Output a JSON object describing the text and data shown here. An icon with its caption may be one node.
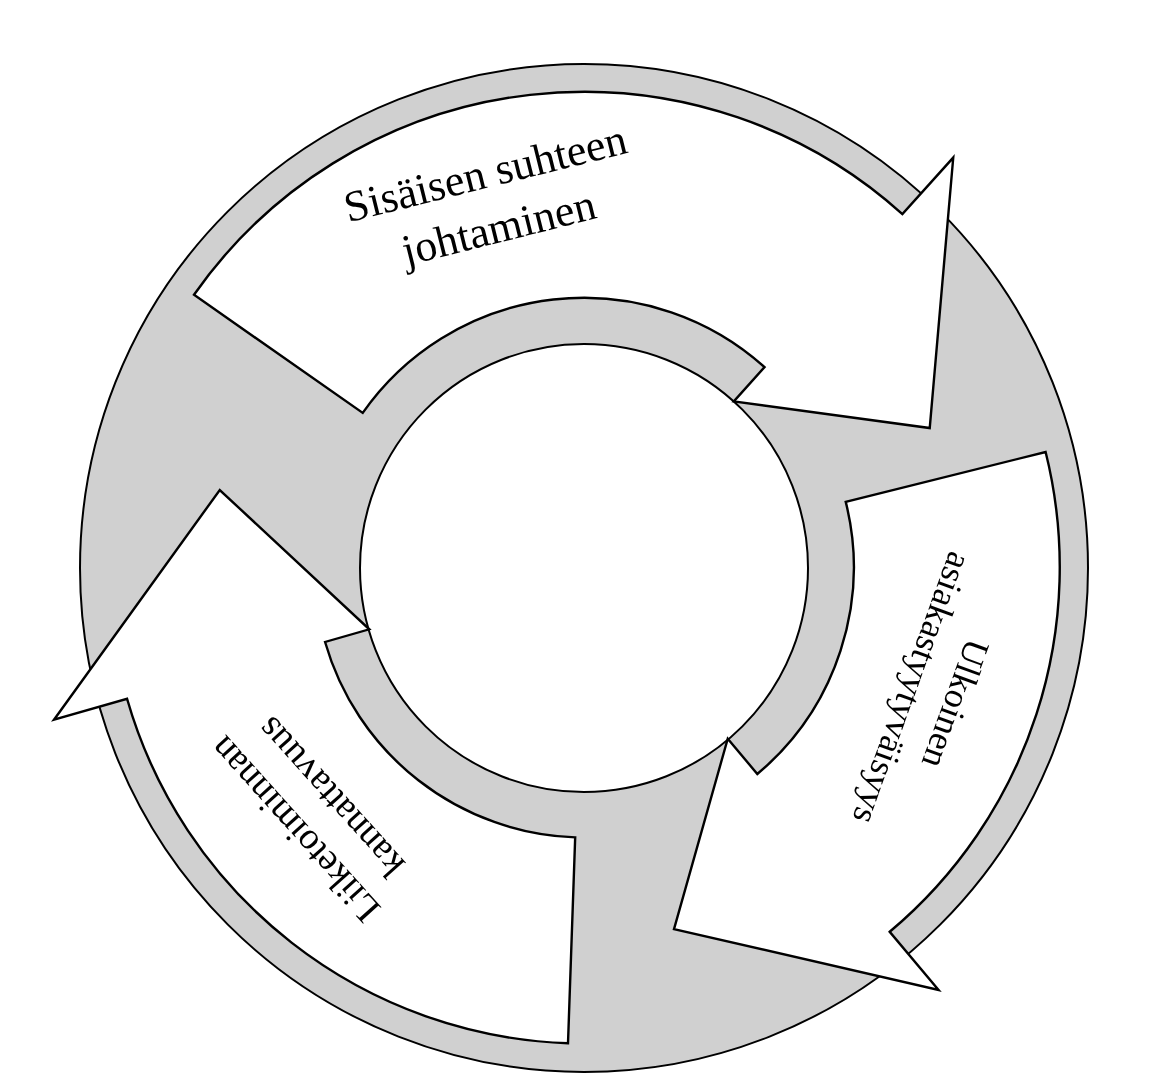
{
  "diagram": {
    "nodes": [
      {
        "text": [
          "Sisäisen suhteen johtaminen"
        ]
      },
      {
        "text": [
          "Ulkoinen asiakastyytyväisyys"
        ]
      },
      {
        "text": [
          "Liiketoiminnan kannattavuus"
        ]
      }
    ]
  }
}
